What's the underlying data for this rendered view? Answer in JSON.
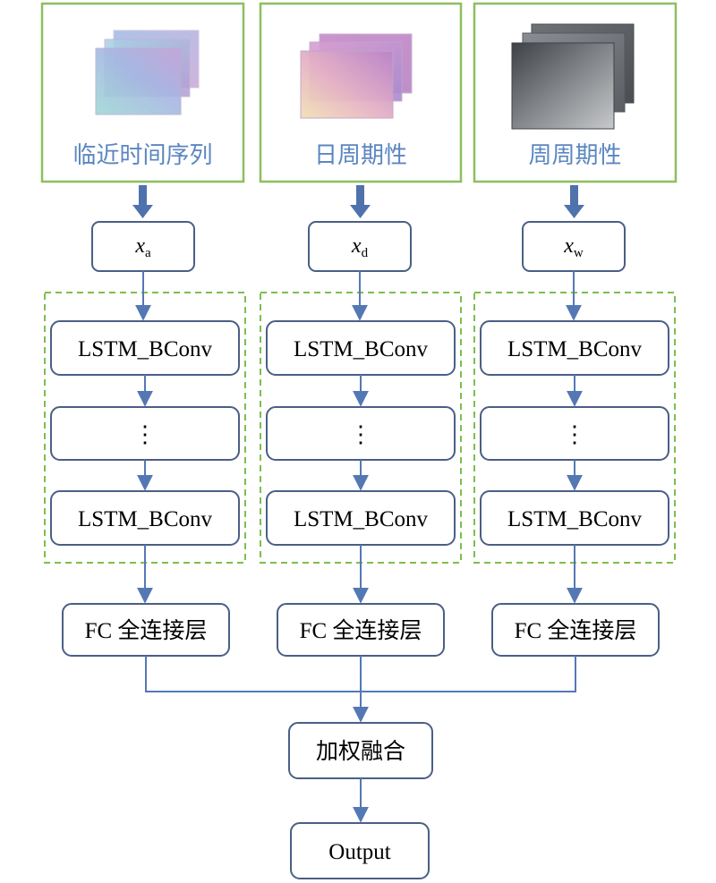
{
  "sources": [
    {
      "label": "临近时间序列",
      "input_var": "x",
      "input_sub": "a"
    },
    {
      "label": "日周期性",
      "input_var": "x",
      "input_sub": "d"
    },
    {
      "label": "周周期性",
      "input_var": "x",
      "input_sub": "w"
    }
  ],
  "layer_label": "LSTM_BConv",
  "ellipsis": "⋮",
  "fc_label": "FC 全连接层",
  "fusion_label": "加权融合",
  "output_label": "Output",
  "colors": {
    "source_border": "#8cbf5f",
    "source_text": "#5b86c1",
    "box_border": "#4a5f86",
    "arrow": "#5478b4",
    "dashed_group": "#7cbf4c"
  }
}
